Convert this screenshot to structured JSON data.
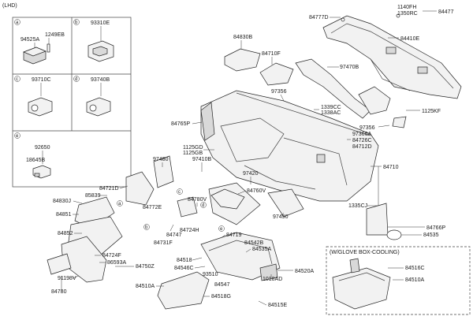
{
  "header": {
    "variant": "(LHD)"
  },
  "inset_panel": {
    "cells": [
      {
        "letter": "a",
        "parts": [
          "1249EB",
          "94525A"
        ]
      },
      {
        "letter": "b",
        "parts": [
          "93310E"
        ]
      },
      {
        "letter": "c",
        "parts": [
          "93710C"
        ]
      },
      {
        "letter": "d",
        "parts": [
          "93740B"
        ]
      },
      {
        "letter": "e",
        "parts": [
          "92650",
          "18645B"
        ]
      }
    ]
  },
  "glove_box_cooling": {
    "title": "(W/GLOVE BOX-COOLING)",
    "parts": [
      "84516C",
      "84510A"
    ]
  },
  "callouts": {
    "p84777D": "84777D",
    "p1140FH": "1140FH",
    "p1350RC": "1350RC",
    "p84477": "84477",
    "p84410E": "84410E",
    "p84830B": "84830B",
    "p84710F": "84710F",
    "p97470B": "97470B",
    "p97356a": "97356",
    "p1339CC": "1339CC",
    "p1338AC": "1338AC",
    "p1125KF": "1125KF",
    "p84765P": "84765P",
    "p97356b": "97356",
    "p97366A": "97366A",
    "p84726C": "84726C",
    "p84712D": "84712D",
    "p1125GD": "1125GD",
    "p1125GB": "1125GB",
    "p97480": "97480",
    "p97410B": "97410B",
    "p84710": "84710",
    "p97420": "97420",
    "p84721D": "84721D",
    "p85839": "85839",
    "p84830J": "84830J",
    "p84760V": "84760V",
    "p84780V": "84780V",
    "p1335CJ": "1335CJ",
    "p84772E": "84772E",
    "p84851": "84851",
    "p97490": "97490",
    "p84766P": "84766P",
    "p84747": "84747",
    "p84724H": "84724H",
    "p84731F": "84731F",
    "p84852": "84852",
    "p84719": "84719",
    "p84542B": "84542B",
    "p84535A": "84535A",
    "p84535": "84535",
    "p84724F": "84724F",
    "p86593A": "86593A",
    "p84750Z": "84750Z",
    "p84518": "84518",
    "p84546C": "84546C",
    "p93510": "93510",
    "p84520A": "84520A",
    "p91198V": "91198V",
    "p84547": "84547",
    "p1018AD": "1018AD",
    "p84780": "84780",
    "p84510A": "84510A",
    "p84518G": "84518G",
    "p84515E": "84515E"
  },
  "circle_tags": [
    "a",
    "b",
    "c",
    "d",
    "e"
  ]
}
